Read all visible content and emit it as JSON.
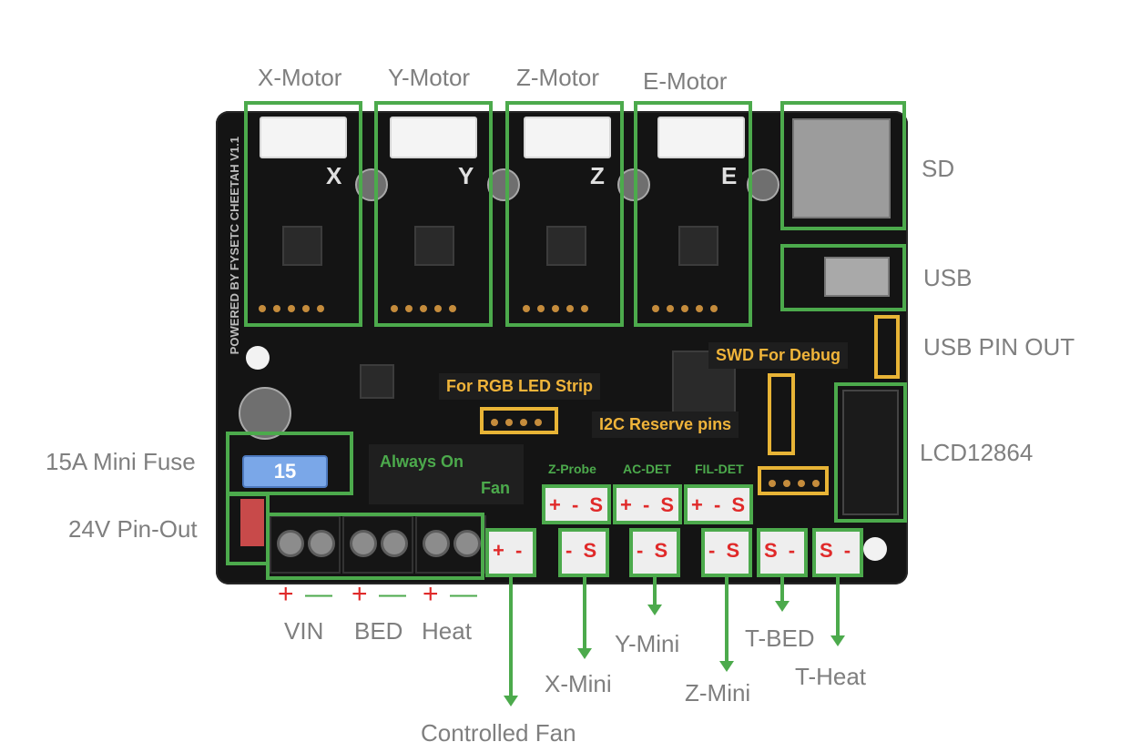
{
  "motors": [
    "X-Motor",
    "Y-Motor",
    "Z-Motor",
    "E-Motor"
  ],
  "driver_letters": [
    "X",
    "Y",
    "Z",
    "E"
  ],
  "board_side_text": "POWERED BY FYSETC CHEETAH V1.1",
  "right_labels": {
    "sd": "SD",
    "usb": "USB",
    "usb_pin_out": "USB PIN OUT",
    "lcd": "LCD12864"
  },
  "left_labels": {
    "fuse": "15A Mini Fuse",
    "pin_out": "24V Pin-Out"
  },
  "fuse_value": "15",
  "overlay_labels": {
    "swd": "SWD For Debug",
    "rgb": "For RGB LED Strip",
    "i2c": "I2C Reserve pins",
    "always_on": "Always On",
    "fan": "Fan"
  },
  "connector_labels": {
    "z_probe": "Z-Probe",
    "ac_det": "AC-DET",
    "fil_det": "FIL-DET"
  },
  "pin_marks": {
    "three_pin": "+ - S",
    "two_pin_sig": "- S",
    "two_pin_temp": "S -",
    "fan": "+ -"
  },
  "bottom_labels": {
    "vin": "VIN",
    "bed": "BED",
    "heat": "Heat",
    "controlled_fan": "Controlled Fan",
    "x_mini": "X-Mini",
    "y_mini": "Y-Mini",
    "z_mini": "Z-Mini",
    "t_bed": "T-BED",
    "t_heat": "T-Heat"
  },
  "polarity": {
    "plus": "+",
    "minus": "—"
  },
  "colors": {
    "green": "#4caa4c",
    "yellow": "#e8b436",
    "red": "#e02a2a",
    "board": "#141414"
  }
}
